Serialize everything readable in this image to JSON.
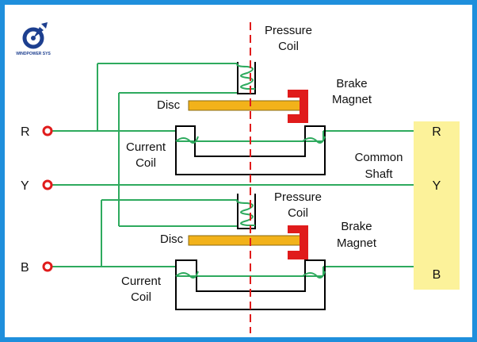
{
  "logo": {
    "brand_text": "WINDPOWER SYS",
    "icon": "windmill-logo-icon",
    "color": "#1d3f8f"
  },
  "colors": {
    "frame": "#1f8fdc",
    "wire": "#2eaa5e",
    "coil": "#2eaa5e",
    "core": "#000000",
    "disc": "#f2b21a",
    "magnet": "#e01b1b",
    "shaft": "#e01b1b",
    "terminal_ring": "#e01b1b",
    "shaft_box": "#fcf29a"
  },
  "terminals": [
    {
      "id": "R",
      "label": "R"
    },
    {
      "id": "Y",
      "label": "Y"
    },
    {
      "id": "B",
      "label": "B"
    }
  ],
  "upper_element": {
    "pressure_coil": [
      "Pressure",
      "Coil"
    ],
    "brake_magnet": [
      "Brake",
      "Magnet"
    ],
    "disc": "Disc",
    "current_coil": [
      "Current",
      "Coil"
    ]
  },
  "lower_element": {
    "pressure_coil": [
      "Pressure",
      "Coil"
    ],
    "brake_magnet": [
      "Brake",
      "Magnet"
    ],
    "disc": "Disc",
    "current_coil": [
      "Current",
      "Coil"
    ]
  },
  "common_shaft": [
    "Common",
    "Shaft"
  ],
  "shaft_box_labels": [
    "R",
    "Y",
    "B"
  ]
}
